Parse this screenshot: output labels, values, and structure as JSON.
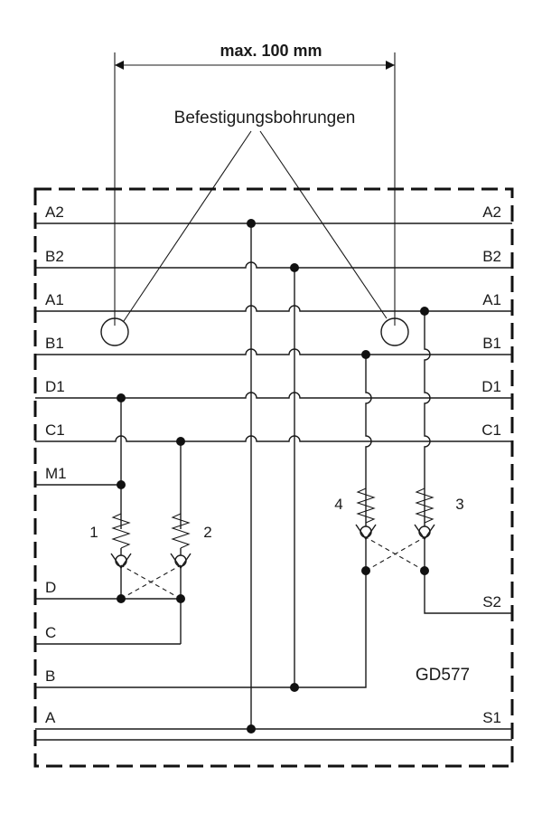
{
  "dimension": {
    "label": "max. 100 mm"
  },
  "holes": {
    "label": "Befestigungsbohrungen"
  },
  "ports": {
    "left": [
      "A2",
      "B2",
      "A1",
      "B1",
      "D1",
      "C1"
    ],
    "right": [
      "A2",
      "B2",
      "A1",
      "B1",
      "D1",
      "C1"
    ]
  },
  "terminals": {
    "m1": "M1",
    "d": "D",
    "c": "C",
    "b": "B",
    "a": "A",
    "s1": "S1",
    "s2": "S2"
  },
  "valves": [
    "1",
    "2",
    "3",
    "4"
  ],
  "model": "GD577"
}
